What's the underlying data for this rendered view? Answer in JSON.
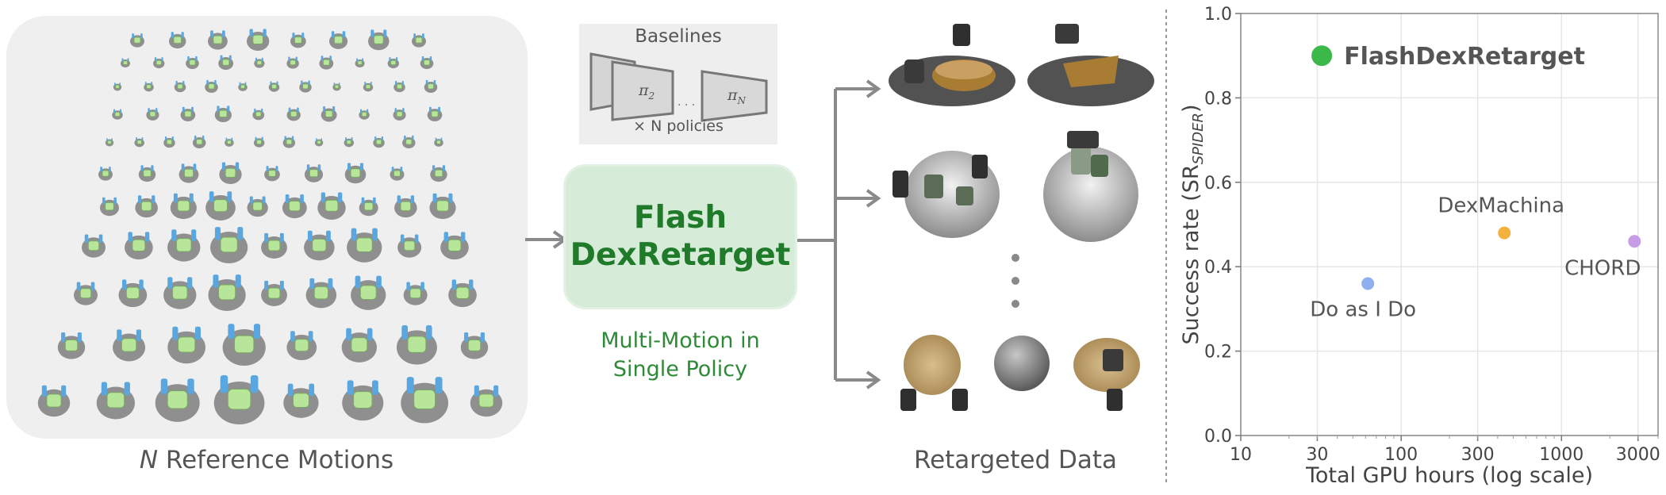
{
  "left_panel": {
    "caption_var": "N",
    "caption_text": " Reference Motions"
  },
  "baselines": {
    "title": "Baselines",
    "policy_1": "π",
    "policy_1_sub": "2",
    "policy_n": "π",
    "policy_n_sub": "N",
    "ellipsis": "· · ·",
    "footer": "× N policies"
  },
  "center": {
    "title_line1": "Flash",
    "title_line2": "DexRetarget",
    "subtitle_line1": "Multi-Motion in",
    "subtitle_line2": "Single Policy"
  },
  "right_panel": {
    "caption": "Retargeted Data"
  },
  "colors": {
    "flash_green": "#3cb84a",
    "dexmachina_orange": "#f3b13e",
    "chord_purple": "#c79ce6",
    "doasido_blue": "#8fb0ee",
    "panel_gray": "#efefef",
    "flash_box": "#d6ecd8",
    "flash_text": "#1f7a2a"
  },
  "chart_data": {
    "type": "scatter",
    "xlabel": "Total GPU hours (log scale)",
    "ylabel_main": "Success rate (SR",
    "ylabel_sub": "SPIDER",
    "ylabel_close": ")",
    "x_scale": "log",
    "xlim": [
      10,
      4000
    ],
    "ylim": [
      0.0,
      1.0
    ],
    "x_ticks": [
      10,
      30,
      100,
      300,
      1000,
      3000
    ],
    "y_ticks": [
      0.0,
      0.2,
      0.4,
      0.6,
      0.8,
      1.0
    ],
    "grid": true,
    "points": [
      {
        "label": "FlashDexRetarget",
        "x": 32,
        "y": 0.9,
        "color": "#3cb84a",
        "emphasis": true
      },
      {
        "label": "DexMachina",
        "x": 440,
        "y": 0.48,
        "color": "#f3b13e",
        "emphasis": false
      },
      {
        "label": "CHORD",
        "x": 2850,
        "y": 0.46,
        "color": "#c79ce6",
        "emphasis": false
      },
      {
        "label": "Do as I Do",
        "x": 62,
        "y": 0.36,
        "color": "#8fb0ee",
        "emphasis": false
      }
    ]
  }
}
